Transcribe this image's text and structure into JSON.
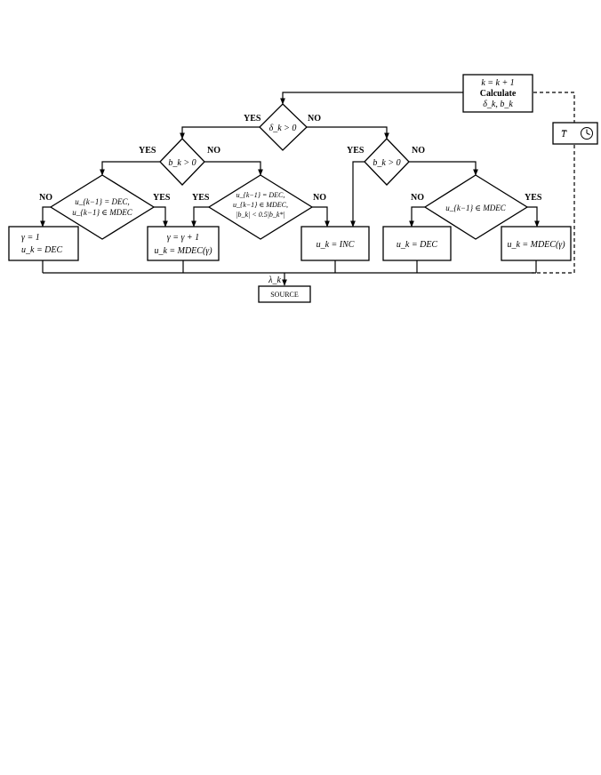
{
  "nodes": {
    "calc": {
      "line1": "k = k + 1",
      "line2": "Calculate",
      "line3": "δ_k, b_k"
    },
    "timer": {
      "label": "T̅"
    },
    "delta_decision": {
      "label": "δ_k > 0"
    },
    "b_left_decision": {
      "label": "b_k > 0"
    },
    "b_right_decision": {
      "label": "b_k > 0"
    },
    "prev_dec_decision": {
      "line1": "u_{k−1} = DEC,",
      "line2": "u_{k−1} ∈ MDEC"
    },
    "threshold_decision": {
      "line1": "u_{k−1} = DEC,",
      "line2": "u_{k−1} ∈ MDEC,",
      "line3": "|b_k| < 0.5|b_k*|"
    },
    "prev_mdec_decision": {
      "label": "u_{k−1} ∈ MDEC"
    },
    "reset_box": {
      "line1": "γ = 1",
      "line2": "u_k = DEC"
    },
    "increment_box": {
      "line1": "γ = γ + 1",
      "line2": "u_k = MDEC(γ)"
    },
    "inc_box": {
      "label": "u_k = INC"
    },
    "dec_box": {
      "label": "u_k = DEC"
    },
    "mdec_box": {
      "label": "u_k = MDEC(γ)"
    },
    "source": {
      "label": "SOURCE"
    },
    "lambda": {
      "label": "λ_k"
    }
  },
  "labels": {
    "yes": "YES",
    "no": "NO"
  },
  "colors": {
    "stroke": "#000000",
    "fill": "#ffffff"
  }
}
